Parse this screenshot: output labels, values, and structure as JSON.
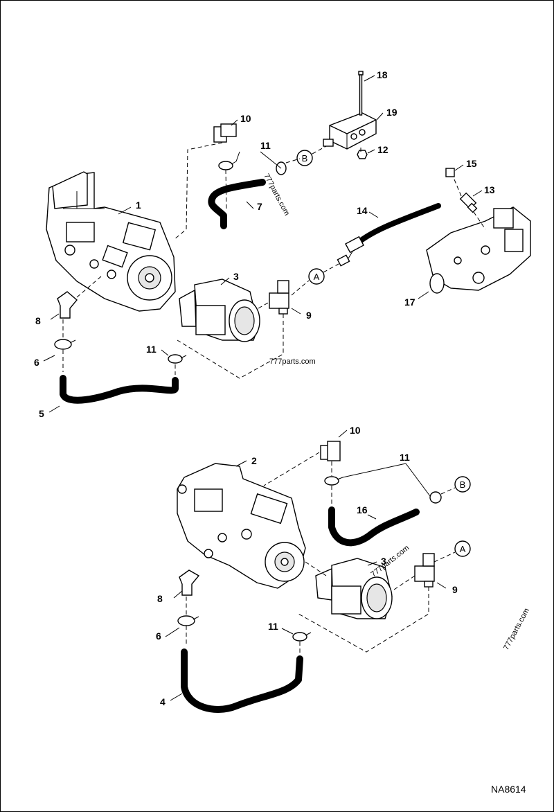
{
  "callouts": [
    "1",
    "2",
    "3",
    "3",
    "4",
    "5",
    "6",
    "6",
    "7",
    "8",
    "8",
    "9",
    "9",
    "10",
    "10",
    "11",
    "11",
    "11",
    "11",
    "12",
    "13",
    "14",
    "15",
    "16",
    "17",
    "18",
    "19"
  ],
  "connectors": [
    "A",
    "B",
    "A",
    "B"
  ],
  "watermarks": [
    "777parts.com",
    "777parts.com",
    "777parts.com",
    "777parts.com"
  ],
  "figure_code": "NA8614"
}
